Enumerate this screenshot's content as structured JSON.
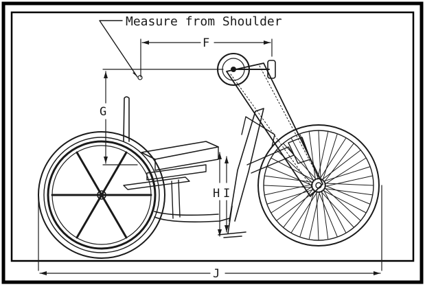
{
  "diagram": {
    "subject": "handcycle side-view dimension drawing",
    "callout": "Measure from Shoulder",
    "dimensions": {
      "F": "F",
      "G": "G",
      "H": "H",
      "I": "I",
      "J": "J"
    },
    "colors": {
      "ink": "#1a1a1a",
      "paper": "#ffffff",
      "frame": "#000000"
    }
  }
}
